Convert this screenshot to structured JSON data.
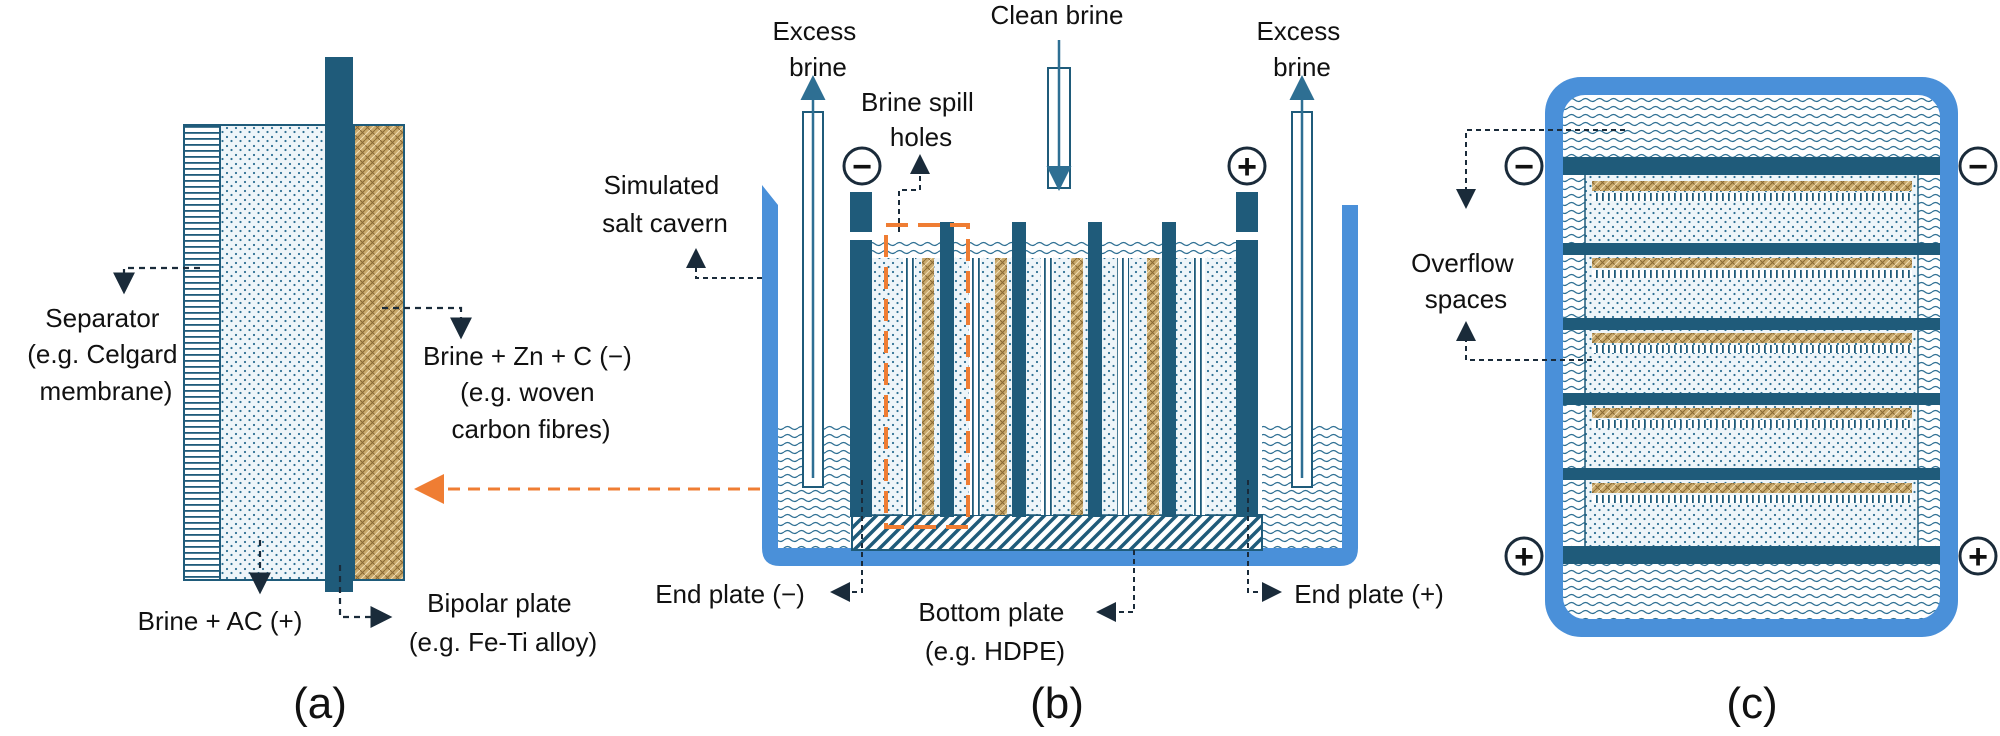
{
  "panels": {
    "a": {
      "caption": "(a)",
      "separator_label": [
        "Separator",
        "(e.g. Celgard",
        "membrane)"
      ],
      "anode_label": [
        "Brine + Zn + C (−)",
        "(e.g. woven",
        "carbon fibres)"
      ],
      "cathode_label": "Brine + AC (+)",
      "plate_label": [
        "Bipolar plate",
        "(e.g. Fe-Ti alloy)"
      ]
    },
    "b": {
      "caption": "(b)",
      "excess_brine_left": [
        "Excess",
        "brine"
      ],
      "excess_brine_right": [
        "Excess",
        "brine"
      ],
      "clean_brine": "Clean brine",
      "spill_holes": [
        "Brine spill",
        "holes"
      ],
      "cavern": [
        "Simulated",
        "salt cavern"
      ],
      "end_plate_neg": "End plate (−)",
      "end_plate_pos": "End plate (+)",
      "bottom_plate": [
        "Bottom plate",
        "(e.g. HDPE)"
      ],
      "neg_sign": "−",
      "pos_sign": "+"
    },
    "c": {
      "caption": "(c)",
      "overflow": [
        "Overflow",
        "spaces"
      ],
      "neg_sign": "−",
      "pos_sign": "+"
    }
  },
  "colors": {
    "plate": "#1f5b7a",
    "cavern": "#4a90d9",
    "dots": "#2e6f93",
    "fibre": "#c9a96b",
    "highlight": "#ef7d33"
  }
}
